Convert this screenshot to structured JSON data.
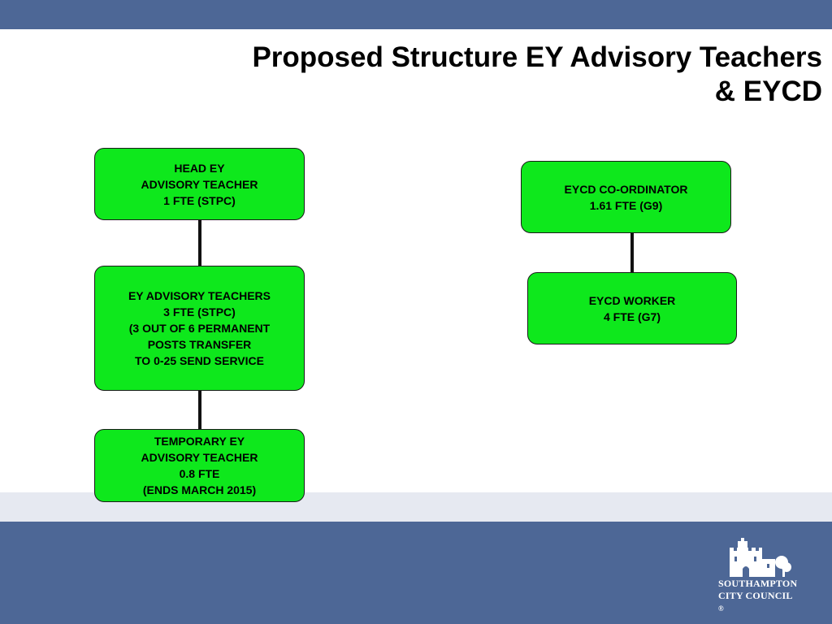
{
  "title": {
    "line1": "Proposed Structure EY Advisory Teachers",
    "line2": "& EYCD"
  },
  "left_chart": {
    "head": [
      "HEAD EY",
      "ADVISORY TEACHER",
      "1 FTE (STPC)"
    ],
    "teachers": [
      "EY ADVISORY TEACHERS",
      "3 FTE (STPC)",
      "(3 OUT OF 6 PERMANENT",
      "POSTS TRANSFER",
      "TO 0-25 SEND SERVICE"
    ],
    "temporary": [
      "TEMPORARY EY",
      "ADVISORY TEACHER",
      "0.8 FTE",
      "(ENDS MARCH 2015)"
    ]
  },
  "right_chart": {
    "coordinator": [
      "EYCD CO-ORDINATOR",
      "1.61 FTE (G9)"
    ],
    "worker": [
      "EYCD WORKER",
      "4 FTE (G7)"
    ]
  },
  "logo": {
    "line1": "SOUTHAMPTON",
    "line2": "CITY COUNCIL",
    "mark": "®"
  },
  "colors": {
    "banner": "#4d6796",
    "band": "#e6e9f1",
    "box_fill": "#0ee81c",
    "connector": "#111111"
  }
}
